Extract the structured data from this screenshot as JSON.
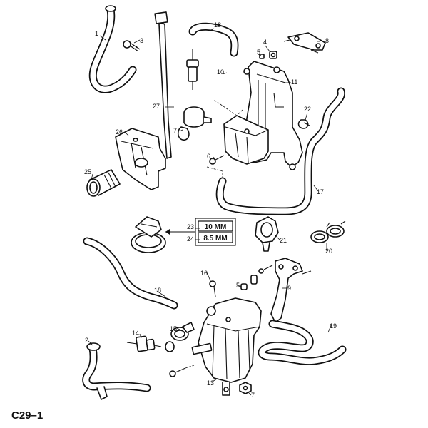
{
  "figure_id": "C29–1",
  "callouts": [
    "1",
    "2",
    "3",
    "4",
    "5",
    "5",
    "6",
    "7",
    "7",
    "8",
    "9",
    "10",
    "11",
    "12",
    "13",
    "14",
    "15",
    "16",
    "17",
    "18",
    "19",
    "20",
    "21",
    "22",
    "23",
    "24",
    "25",
    "26",
    "27"
  ],
  "sizes": [
    {
      "ref": "23",
      "value": "10 MM"
    },
    {
      "ref": "24",
      "value": "8.5 MM"
    }
  ]
}
